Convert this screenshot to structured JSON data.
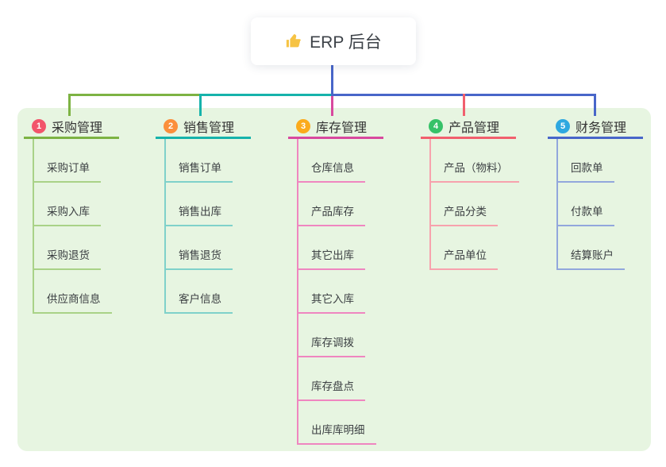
{
  "root": {
    "label": "ERP 后台",
    "icon": "thumbs-up-icon"
  },
  "branches": [
    {
      "index": "1",
      "label": "采购管理",
      "badge_color": "#f2556b",
      "line_color": "#7db343",
      "child_line_color": "#a9d287",
      "children": [
        "采购订单",
        "采购入库",
        "采购退货",
        "供应商信息"
      ]
    },
    {
      "index": "2",
      "label": "销售管理",
      "badge_color": "#fb8f3c",
      "line_color": "#16b3ab",
      "child_line_color": "#7fd1ca",
      "children": [
        "销售订单",
        "销售出库",
        "销售退货",
        "客户信息"
      ]
    },
    {
      "index": "3",
      "label": "库存管理",
      "badge_color": "#fbab1c",
      "line_color": "#d8499e",
      "child_line_color": "#ef86c0",
      "children": [
        "仓库信息",
        "产品库存",
        "其它出库",
        "其它入库",
        "库存调拨",
        "库存盘点",
        "出库库明细"
      ]
    },
    {
      "index": "4",
      "label": "产品管理",
      "badge_color": "#36c268",
      "line_color": "#f15f6d",
      "child_line_color": "#f7a2ad",
      "children": [
        "产品（物料）",
        "产品分类",
        "产品单位"
      ]
    },
    {
      "index": "5",
      "label": "财务管理",
      "badge_color": "#2ea8e0",
      "line_color": "#4866c9",
      "child_line_color": "#92a7dc",
      "children": [
        "回款单",
        "付款单",
        "结算账户"
      ]
    }
  ],
  "colors": {
    "trunk": "#4866c9",
    "panel_background": "#e7f5e1",
    "canvas_background": "#ffffff",
    "text": "#3a3f45"
  }
}
